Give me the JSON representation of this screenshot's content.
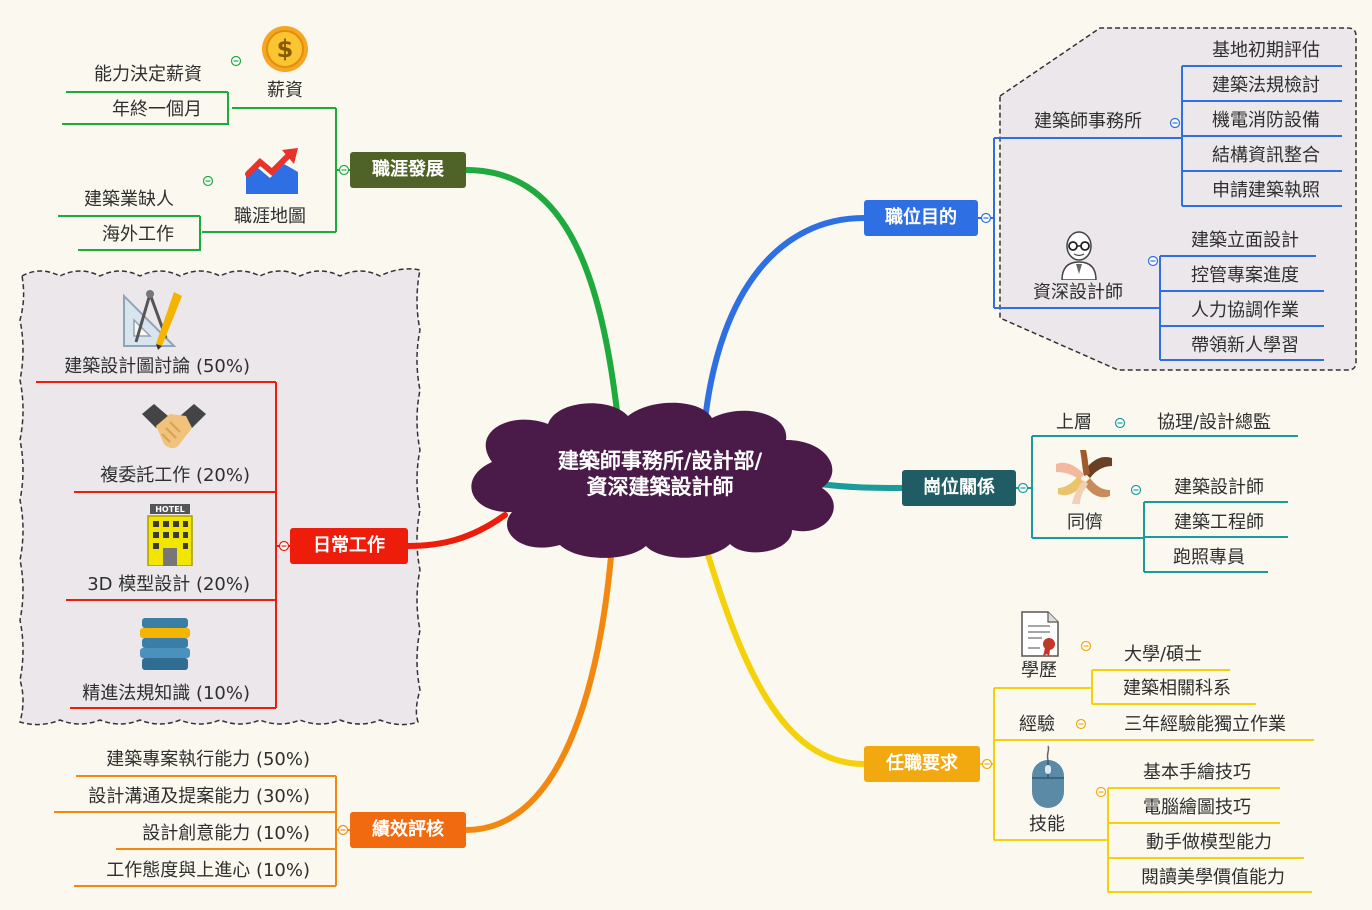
{
  "center": {
    "line1": "建築師事務所/設計部/",
    "line2": "資深建築設計師"
  },
  "branches": {
    "career": {
      "label": "職涯發展",
      "color": "#4f6228"
    },
    "purpose": {
      "label": "職位目的",
      "color": "#2f6fe4"
    },
    "relation": {
      "label": "崗位關係",
      "color": "#1f5c63"
    },
    "daily": {
      "label": "日常工作",
      "color": "#ee1c0b"
    },
    "requirement": {
      "label": "任職要求",
      "color": "#f2a80f"
    },
    "performance": {
      "label": "績效評核",
      "color": "#f26a0f"
    }
  },
  "career": {
    "salary": {
      "label": "薪資",
      "items": [
        "能力決定薪資",
        "年終一個月"
      ]
    },
    "map": {
      "label": "職涯地圖",
      "items": [
        "建築業缺人",
        "海外工作"
      ]
    }
  },
  "purpose": {
    "office": {
      "label": "建築師事務所",
      "items": [
        "基地初期評估",
        "建築法規檢討",
        "機電消防設備",
        "結構資訊整合",
        "申請建築執照"
      ]
    },
    "senior": {
      "label": "資深設計師",
      "items": [
        "建築立面設計",
        "控管專案進度",
        "人力協調作業",
        "帶領新人學習"
      ]
    }
  },
  "relation": {
    "upper": {
      "label": "上層",
      "value": "協理/設計總監"
    },
    "peer": {
      "label": "同儕",
      "items": [
        "建築設計師",
        "建築工程師",
        "跑照專員"
      ]
    }
  },
  "daily": {
    "items": [
      "建築設計圖討論 (50%)",
      "複委託工作 (20%)",
      "3D 模型設計 (20%)",
      "精進法規知識 (10%)"
    ],
    "hotel_sign": "HOTEL"
  },
  "requirement": {
    "education": {
      "label": "學歷",
      "items": [
        "大學/碩士",
        "建築相關科系"
      ]
    },
    "experience": {
      "label": "經驗",
      "value": "三年經驗能獨立作業"
    },
    "skills": {
      "label": "技能",
      "items": [
        "基本手繪技巧",
        "電腦繪圖技巧",
        "動手做模型能力",
        "閱讀美學價值能力"
      ]
    }
  },
  "performance": {
    "items": [
      "建築專案執行能力 (50%)",
      "設計溝通及提案能力 (30%)",
      "設計創意能力 (10%)",
      "工作態度與上進心 (10%)"
    ]
  },
  "colors": {
    "cloud": "#4a1a48",
    "boundary_fill": "#ebe7ea",
    "boundary_stroke": "#333333"
  },
  "icons": [
    "dollar-coin-icon",
    "growth-chart-icon",
    "drafting-tools-icon",
    "handshake-icon",
    "hotel-building-icon",
    "books-stack-icon",
    "senior-designer-avatar-icon",
    "hands-stack-icon",
    "diploma-certificate-icon",
    "computer-mouse-icon"
  ]
}
